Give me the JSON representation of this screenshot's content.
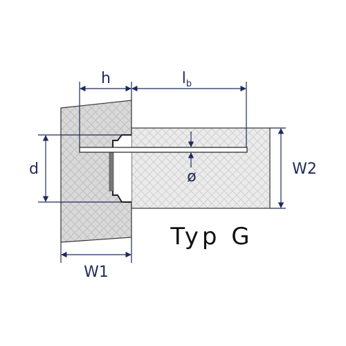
{
  "title": "Typ G",
  "labels": {
    "h": "h",
    "lb_main": "l",
    "lb_sub": "b",
    "d": "d",
    "diameter": "ø",
    "w1": "W1",
    "w2": "W2"
  },
  "colors": {
    "wall_fill": "#d9d9d9",
    "wall_hatch": "#bfbfbf",
    "slab_fill": "#ebebeb",
    "slab_hatch": "#d0d0d0",
    "dimension": "#1f2a5a",
    "text": "#111111"
  }
}
